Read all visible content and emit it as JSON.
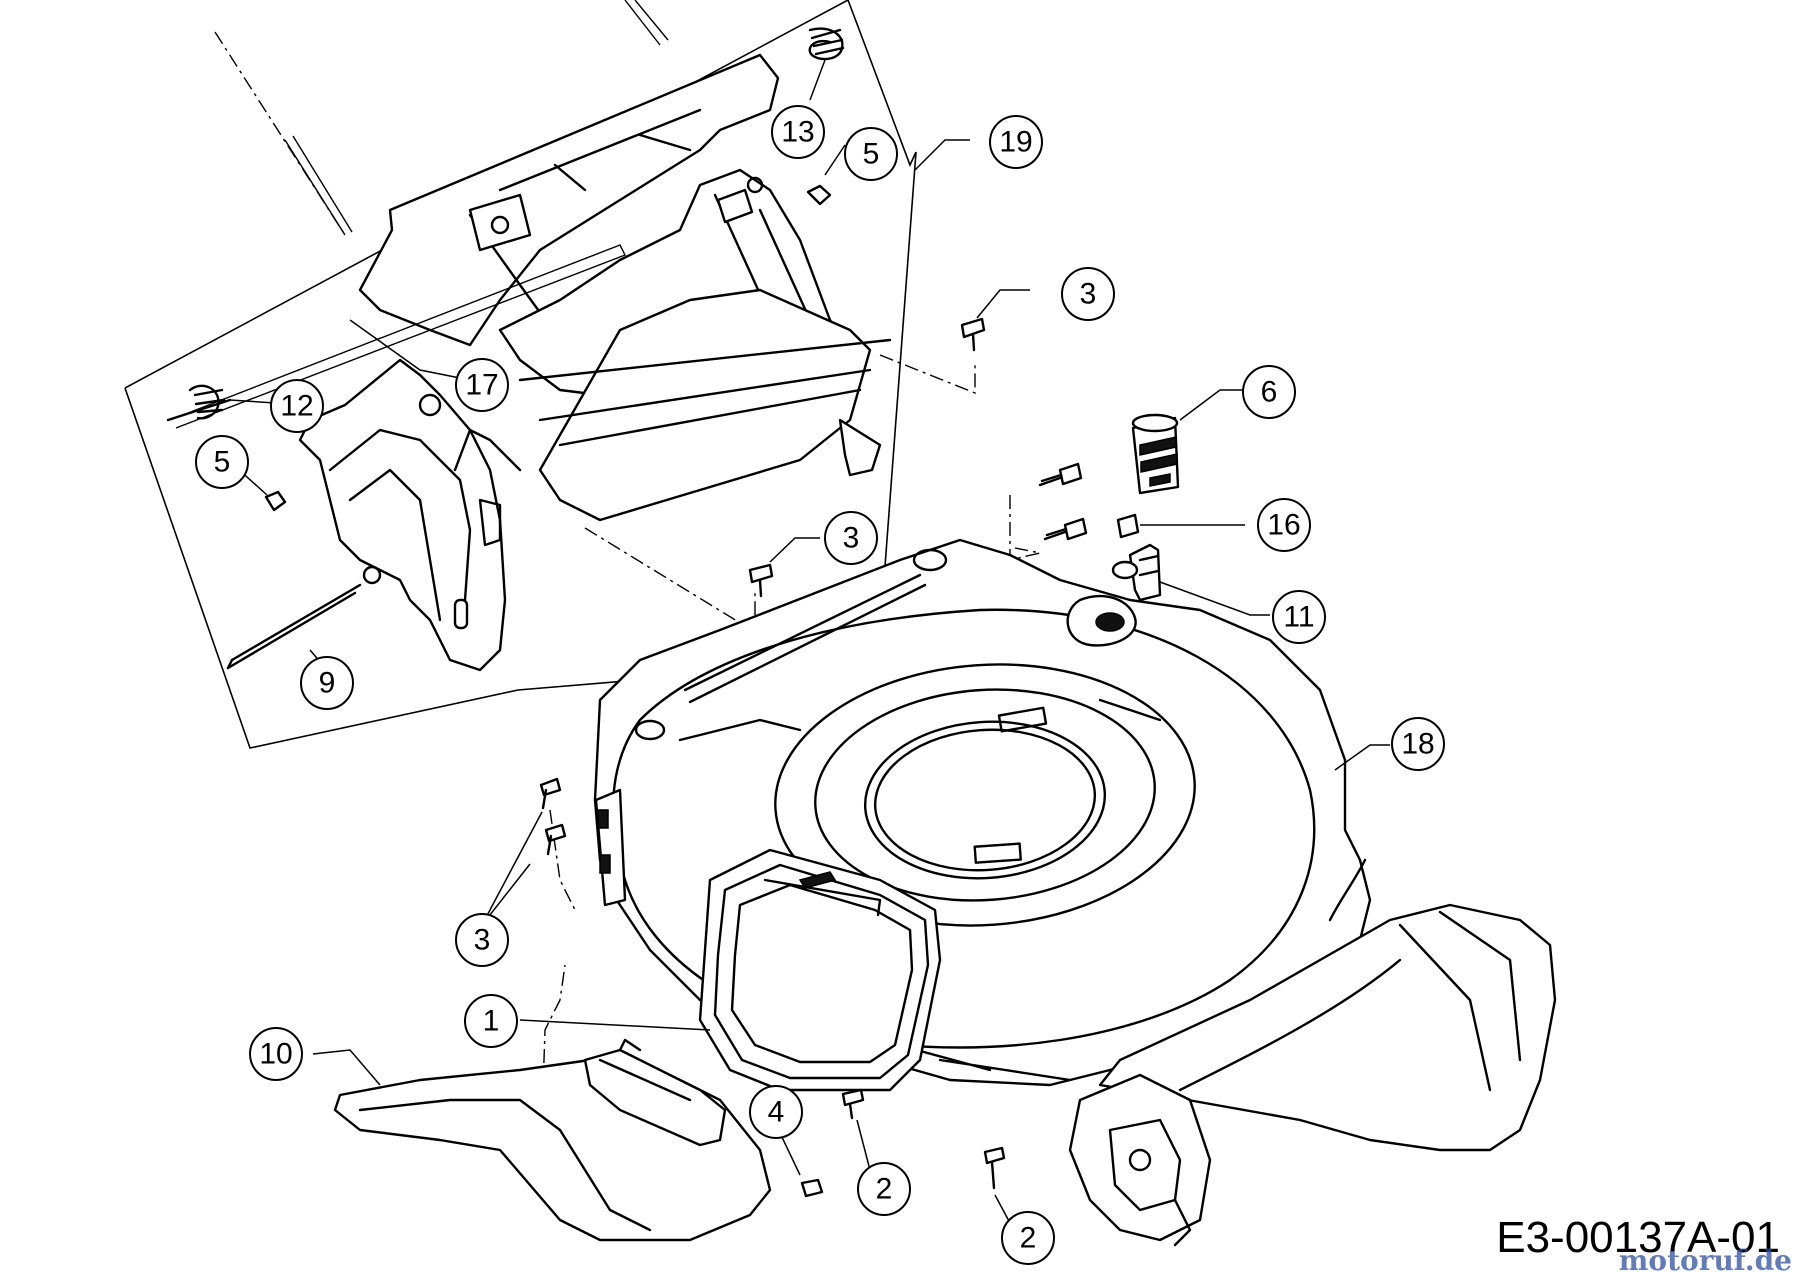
{
  "diagram_code": "E3-00137A-01",
  "watermark": "motoruf.de",
  "callouts": [
    {
      "label": "13"
    },
    {
      "label": "5"
    },
    {
      "label": "19"
    },
    {
      "label": "3"
    },
    {
      "label": "12"
    },
    {
      "label": "5"
    },
    {
      "label": "17"
    },
    {
      "label": "6"
    },
    {
      "label": "3"
    },
    {
      "label": "16"
    },
    {
      "label": "11"
    },
    {
      "label": "9"
    },
    {
      "label": "18"
    },
    {
      "label": "3"
    },
    {
      "label": "1"
    },
    {
      "label": "10"
    },
    {
      "label": "4"
    },
    {
      "label": "2"
    },
    {
      "label": "2"
    }
  ]
}
